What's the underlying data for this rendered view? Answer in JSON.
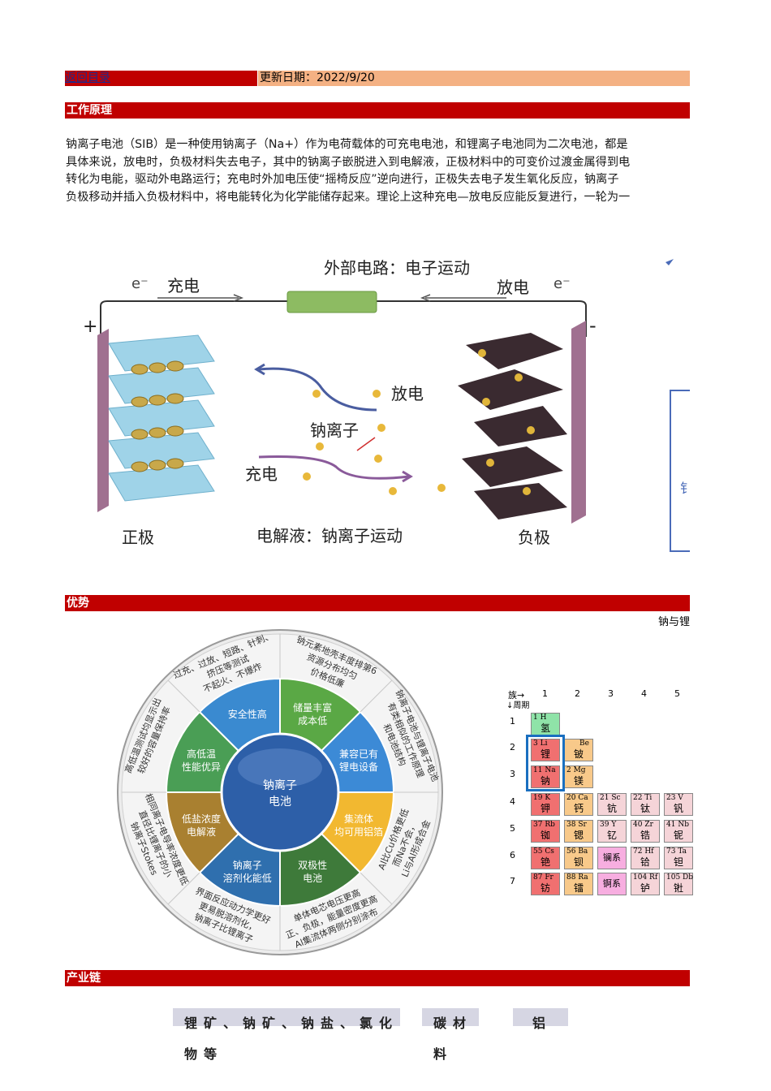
{
  "header": {
    "back_link": "返回目录",
    "update_date": "更新日期：2022/9/20"
  },
  "sections": {
    "principle": "工作原理",
    "advantage": "优势",
    "chain": "产业链"
  },
  "intro_lines": [
    "钠离子电池（SIB）是一种使用钠离子（Na+）作为电荷载体的可充电电池，和锂离子电池同为二次电池，都是",
    "具体来说，放电时，负极材料失去电子，其中的钠离子嵌脱进入到电解液，正极材料中的可变价过渡金属得到电",
    "转化为电能，驱动外电路运行；充电时外加电压使“摇椅反应”逆向进行，正极失去电子发生氧化反应，钠离子",
    "负极移动并插入负极材料中，将电能转化为化学能储存起来。理论上这种充电—放电反应能反复进行，一轮为一"
  ],
  "diagram": {
    "external_circuit": "外部电路：电子运动",
    "charge_top": "充电",
    "discharge_top": "放电",
    "electron": "e⁻",
    "plus": "+",
    "minus": "-",
    "discharge_mid": "放电",
    "sodium_ion": "钠离子",
    "charge_mid": "充电",
    "cathode": "正极",
    "electrolyte": "电解液：钠离子运动",
    "anode": "负极",
    "side_char": "钅"
  },
  "compare_caption": "钠与锂",
  "wheel": {
    "center": [
      "钠离子",
      "电池"
    ],
    "inner": [
      [
        "储量丰富",
        "成本低"
      ],
      [
        "兼容已有",
        "锂电设备"
      ],
      [
        "集流体",
        "均可用铝箔"
      ],
      [
        "双极性",
        "电池"
      ],
      [
        "钠离子",
        "溶剂化能低"
      ],
      [
        "低盐浓度",
        "电解液"
      ],
      [
        "高低温",
        "性能优异"
      ],
      [
        "安全性高"
      ]
    ],
    "outer": [
      [
        "钠元素地壳丰度排第6",
        "资源分布均匀",
        "价格低廉"
      ],
      [
        "钠离子电池与锂离子电池",
        "有类相似的工作原理",
        "和电池结构"
      ],
      [
        "Li与Al形成合金",
        "而Na不会，",
        "Al比Cu价格更低"
      ],
      [
        "Al集流体两侧分别涂布",
        "正、负极，能量密度更高",
        "单体电芯电压更高"
      ],
      [
        "钠离子比锂离子",
        "更易脱溶剂化，",
        "界面反应动力学更好"
      ],
      [
        "钠离子Stokes",
        "直径比锂离子的小",
        "相同离子电导率浓度更低"
      ],
      [
        "高低温测试均显示出",
        "较好的容量保持率"
      ],
      [
        "过充、过放、短路、针刺、",
        "挤压等测试",
        "不起火、不爆炸"
      ]
    ]
  },
  "periodic": {
    "group_label": "族→",
    "period_label": "↓周期",
    "groups": [
      "1",
      "2",
      "3",
      "4",
      "5"
    ],
    "periods": [
      "1",
      "2",
      "3",
      "4",
      "5",
      "6",
      "7"
    ],
    "cells": [
      {
        "num": "1 H",
        "zh": "氢"
      },
      {
        "num": "3 Li",
        "zh": "锂"
      },
      {
        "num": "Be",
        "zh": "铍"
      },
      {
        "num": "11 Na",
        "zh": "钠"
      },
      {
        "num": "2 Mg",
        "zh": "镁"
      },
      {
        "num": "19 K",
        "zh": "钾"
      },
      {
        "num": "20 Ca",
        "zh": "钙"
      },
      {
        "num": "21 Sc",
        "zh": "钪"
      },
      {
        "num": "22 Ti",
        "zh": "钛"
      },
      {
        "num": "23 V",
        "zh": "钒"
      },
      {
        "num": "37 Rb",
        "zh": "铷"
      },
      {
        "num": "38 Sr",
        "zh": "锶"
      },
      {
        "num": "39 Y",
        "zh": "钇"
      },
      {
        "num": "40 Zr",
        "zh": "锆"
      },
      {
        "num": "41 Nb",
        "zh": "铌"
      },
      {
        "num": "55 Cs",
        "zh": "铯"
      },
      {
        "num": "56 Ba",
        "zh": "钡"
      },
      {
        "num": "",
        "zh": "镧系"
      },
      {
        "num": "72 Hf",
        "zh": "铪"
      },
      {
        "num": "73 Ta",
        "zh": "钽"
      },
      {
        "num": "87 Fr",
        "zh": "钫"
      },
      {
        "num": "88 Ra",
        "zh": "镭"
      },
      {
        "num": "",
        "zh": "锕系"
      },
      {
        "num": "104 Rf",
        "zh": "𬬻"
      },
      {
        "num": "105 Db",
        "zh": "𬭊"
      }
    ]
  },
  "chain_boxes": [
    "锂矿、钠矿、钠盐、氯化物等",
    "碳材料",
    "铝"
  ]
}
